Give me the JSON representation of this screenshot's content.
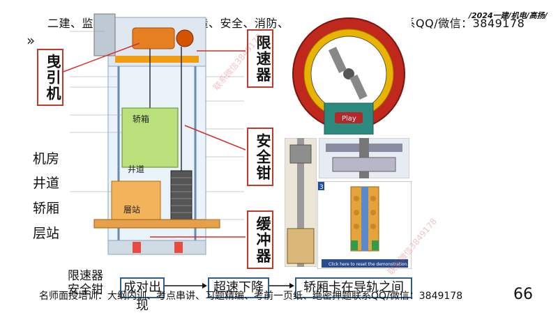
{
  "header": {
    "banner": "二建、监理、一建、一造、二造、安全、消防、咨询、检测课程押题联系QQ/微信：3849178",
    "tag": "/2024一建/机电/高扬/"
  },
  "labels": {
    "traction": "曳引机",
    "governor": "限速器",
    "safety_gear": "安全钳",
    "buffer": "缓冲器",
    "governor_bottom": "限速器",
    "safety_bottom": "安全钳"
  },
  "left_list": [
    "机房",
    "井道",
    "轿厢",
    "层站"
  ],
  "diagram": {
    "car_label": "轿箱",
    "shaft_label": "井道",
    "landing_label": "層站",
    "play_label": "Play",
    "demo_caption": "Click here to reset the demonstration."
  },
  "sequence": [
    "成对出现",
    "超速下降",
    "轿厢卡在导轨之间"
  ],
  "footer": {
    "banner": "名师面授培训：大纲内训、考点串讲、习题精编、考前一页纸、绝密押题联系QQ/微信：3849178",
    "page": "66"
  },
  "watermark": "联系微信3849178",
  "colors": {
    "red_border": "#c0392b",
    "blue_border": "#2e5e8a",
    "wheel": "#c0281e",
    "wheel_rim": "#e8b400"
  }
}
